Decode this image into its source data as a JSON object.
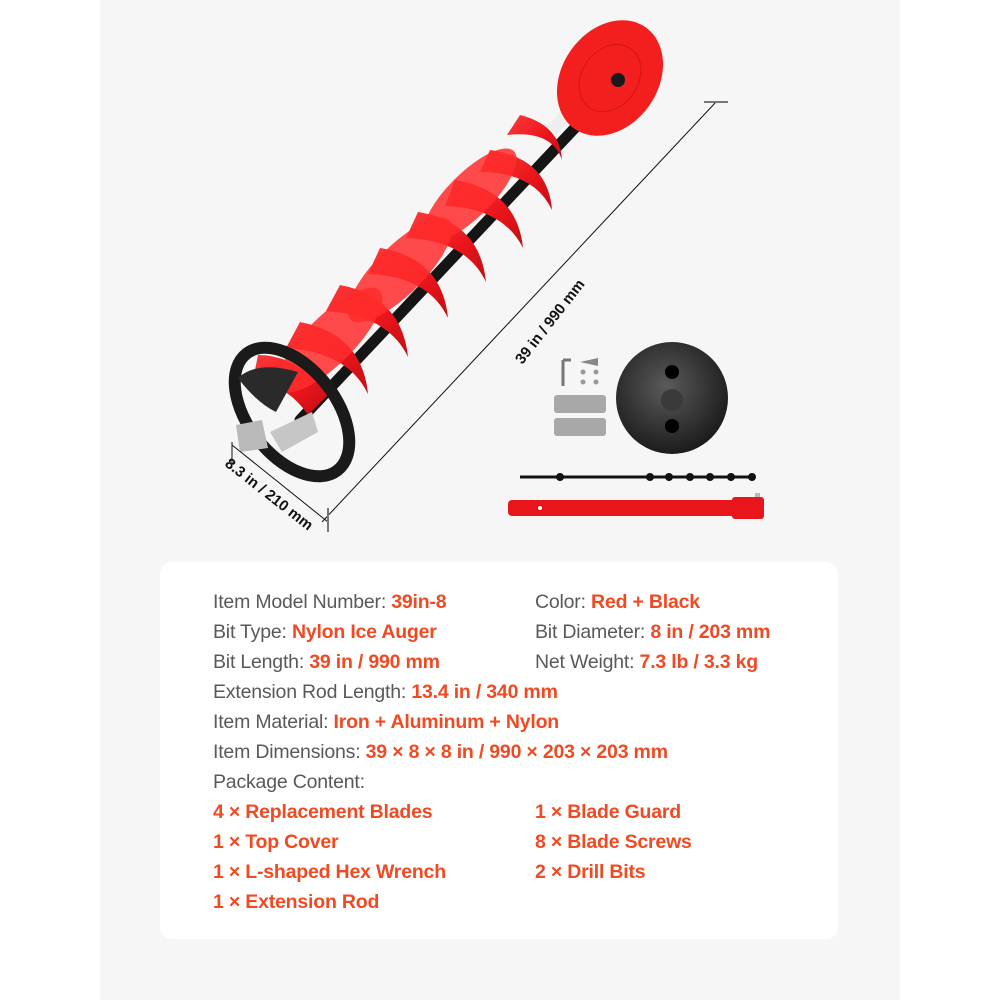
{
  "illustration": {
    "product": "nylon-ice-auger",
    "dimension_length": "39 in / 990 mm",
    "dimension_diameter": "8.3 in / 210 mm",
    "accessories": [
      "hex-wrench",
      "drill-bits",
      "blade-screws",
      "replacement-blades",
      "top-cover",
      "blade-guard",
      "extension-rod"
    ]
  },
  "colors": {
    "accent": "#f04a23",
    "label": "#595959",
    "panel_bg": "#f6f6f6",
    "card_bg": "#ffffff",
    "auger_red": "#e8151b"
  },
  "specs": {
    "model": {
      "label": "Item Model Number: ",
      "value": "39in-8"
    },
    "color": {
      "label": "Color: ",
      "value": "Red + Black"
    },
    "bit_type": {
      "label": "Bit Type: ",
      "value": "Nylon Ice Auger"
    },
    "bit_diameter": {
      "label": "Bit Diameter: ",
      "value": "8 in / 203 mm"
    },
    "bit_length": {
      "label": "Bit Length: ",
      "value": "39 in / 990 mm"
    },
    "net_weight": {
      "label": "Net Weight: ",
      "value": "7.3 lb / 3.3 kg"
    },
    "extension_rod_length": {
      "label": "Extension Rod Length: ",
      "value": "13.4 in / 340 mm"
    },
    "material": {
      "label": "Item Material: ",
      "value": "Iron + Aluminum + Nylon"
    },
    "dimensions": {
      "label": "Item Dimensions: ",
      "value": "39 × 8 × 8 in / 990 × 203 × 203 mm"
    },
    "package_label": "Package Content:"
  },
  "package_content": [
    "4 × Replacement Blades",
    "1 × Blade Guard",
    "1 × Top Cover",
    "8 × Blade Screws",
    "1 × L-shaped Hex Wrench",
    "2 × Drill Bits",
    "1 × Extension Rod"
  ]
}
